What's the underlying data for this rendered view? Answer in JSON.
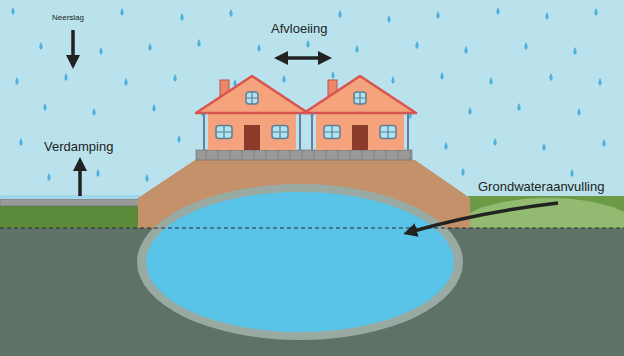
{
  "diagram": {
    "labels": [
      "Neerslag",
      "Afvloeiing",
      "Verdamping",
      "Grondwateraanvulling"
    ]
  }
}
